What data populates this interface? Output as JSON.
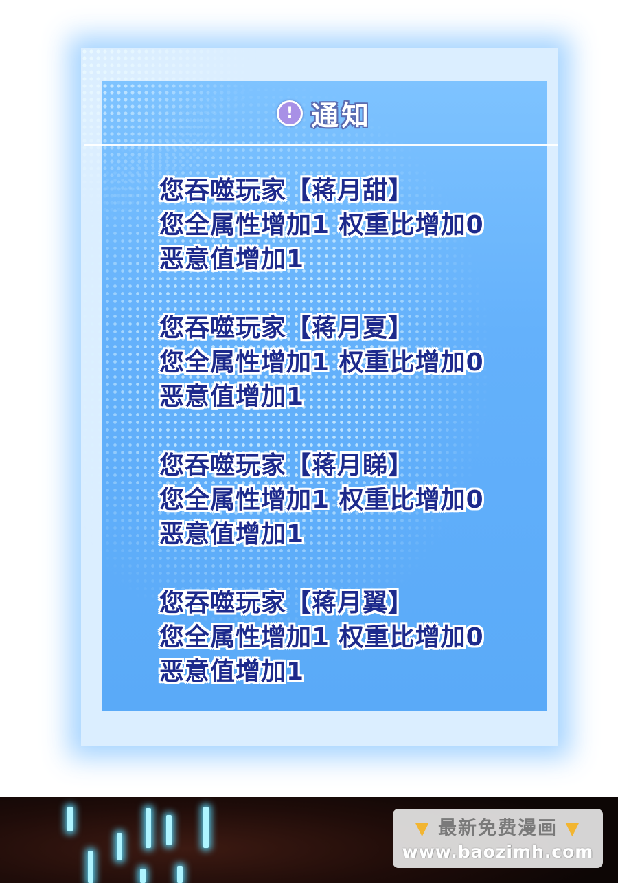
{
  "notice": {
    "title": "通知",
    "icon": "alert-icon",
    "messages": [
      {
        "line1": "您吞噬玩家【蒋月甜】",
        "line2": "您全属性增加1 权重比增加0",
        "line3": "恶意值增加1"
      },
      {
        "line1": "您吞噬玩家【蒋月夏】",
        "line2": "您全属性增加1 权重比增加0",
        "line3": "恶意值增加1"
      },
      {
        "line1": "您吞噬玩家【蒋月睇】",
        "line2": "您全属性增加1 权重比增加0",
        "line3": "恶意值增加1"
      },
      {
        "line1": "您吞噬玩家【蒋月翼】",
        "line2": "您全属性增加1 权重比增加0",
        "line3": "恶意值增加1"
      }
    ]
  },
  "watermark": {
    "top_text": "最新免费漫画",
    "bottom_text": "www.baozimh.com",
    "hand_icon": "pointing-down-hand-icon"
  },
  "colors": {
    "panel_blue": "#64b1fb",
    "text_navy": "#1d2a8c",
    "bottom_band": "#1f0c09",
    "glow_cyan": "#aef4ff"
  }
}
